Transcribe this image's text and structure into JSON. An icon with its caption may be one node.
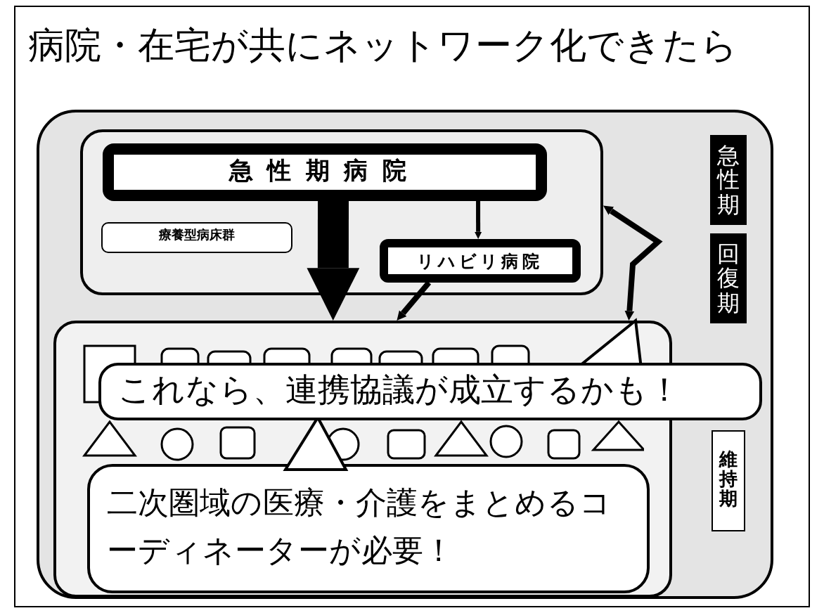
{
  "diagram": {
    "title": "病院・在宅が共にネットワーク化できたら",
    "nodes": [
      {
        "text": [],
        "shape": "box"
      },
      {
        "text": [
          "急性期病院"
        ],
        "in": 0
      },
      {
        "text": [
          "療養型病床群"
        ],
        "in": 0
      },
      {
        "text": [
          "リハビリ病院"
        ],
        "in": 0
      },
      {
        "text": [],
        "shape": "box"
      },
      {
        "text": [
          "これなら、連携協議が成立するかも！"
        ]
      },
      {
        "text": [
          "二次圏域の医療・介護をまとめるコーディネーターが必要！"
        ],
        "in": 4
      },
      {
        "text": [
          "急性期"
        ]
      },
      {
        "text": [
          "回復期"
        ]
      },
      {
        "text": [
          "維持期"
        ]
      }
    ],
    "edges": [
      {
        "from": 1,
        "to": 3,
        "arrow": "to"
      },
      {
        "from": 1,
        "to": 4,
        "arrow": "to",
        "style": "thick"
      },
      {
        "from": 3,
        "to": 4,
        "arrow": "to"
      },
      {
        "from": 0,
        "to": 4,
        "arrow": "both"
      }
    ]
  }
}
